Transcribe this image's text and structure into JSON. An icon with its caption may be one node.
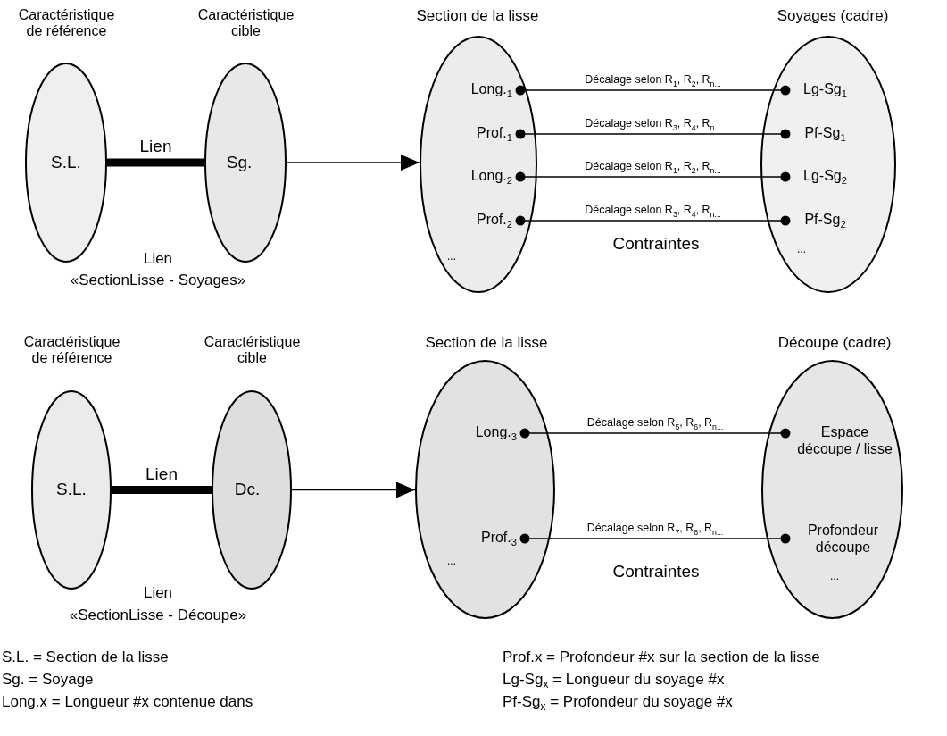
{
  "diagram": {
    "nodes": [
      {
        "text": [
          "Caractéristique de référence",
          "S.L."
        ]
      },
      {
        "text": [
          "Caractéristique cible",
          "Sg."
        ]
      },
      {
        "text": [
          "Section de la lisse",
          "..."
        ]
      },
      {
        "text": [
          "Long.$_{1}$"
        ],
        "in": 2
      },
      {
        "text": [
          "Prof.$_{1}$"
        ],
        "in": 2
      },
      {
        "text": [
          "Long.$_{2}$"
        ],
        "in": 2
      },
      {
        "text": [
          "Prof.$_{2}$"
        ],
        "in": 2
      },
      {
        "text": [
          "Soyages (cadre)",
          "..."
        ]
      },
      {
        "text": [
          "Lg-Sg$_{1}$"
        ],
        "in": 7
      },
      {
        "text": [
          "Pf-Sg$_{1}$"
        ],
        "in": 7
      },
      {
        "text": [
          "Lg-Sg$_{2}$"
        ],
        "in": 7
      },
      {
        "text": [
          "Pf-Sg$_{2}$"
        ],
        "in": 7
      },
      {
        "text": [
          "Caractéristique de référence",
          "S.L."
        ]
      },
      {
        "text": [
          "Caractéristique cible",
          "Dc."
        ]
      },
      {
        "text": [
          "Section de la lisse",
          "..."
        ]
      },
      {
        "text": [
          "Long.$_{3}$"
        ],
        "in": 14
      },
      {
        "text": [
          "Prof.$_{3}$"
        ],
        "in": 14
      },
      {
        "text": [
          "Découpe (cadre)",
          "..."
        ]
      },
      {
        "text": [
          "Espace découpe / lisse"
        ],
        "in": 17
      },
      {
        "text": [
          "Profondeur découpe"
        ],
        "in": 17
      }
    ],
    "edges": [
      {
        "from": 0,
        "to": 1,
        "arrow": "none",
        "label": "Lien",
        "style": "thick"
      },
      {
        "from": 1,
        "to": 2,
        "arrow": "to"
      },
      {
        "from": 3,
        "to": 8,
        "arrow": "other",
        "label": "Décalage selon R$_{1}$, R$_{2}$, R$_{n...}$"
      },
      {
        "from": 4,
        "to": 9,
        "arrow": "other",
        "label": "Décalage selon R$_{3}$, R$_{4}$, R$_{n...}$"
      },
      {
        "from": 5,
        "to": 10,
        "arrow": "other",
        "label": "Décalage selon R$_{1}$, R$_{2}$, R$_{n...}$"
      },
      {
        "from": 6,
        "to": 11,
        "arrow": "other",
        "label": "Décalage selon R$_{3}$, R$_{4}$, R$_{n...}$"
      },
      {
        "from": 12,
        "to": 13,
        "arrow": "none",
        "label": "Lien",
        "style": "thick"
      },
      {
        "from": 13,
        "to": 14,
        "arrow": "to"
      },
      {
        "from": 15,
        "to": 18,
        "arrow": "other",
        "label": "Décalage selon R$_{5}$, R$_{6}$, R$_{n...}$"
      },
      {
        "from": 16,
        "to": 19,
        "arrow": "other",
        "label": "Décalage selon R$_{7}$, R$_{8}$, R$_{n...}$"
      }
    ],
    "labels": [
      "Contraintes",
      "Lien",
      "«SectionLisse - Soyages»",
      "Contraintes",
      "Lien",
      "«SectionLisse - Découpe»",
      "S.L. = Section de la lisse",
      "Sg. = Soyage",
      "Long.x = Longueur #x contenue dans",
      "Prof.x  = Profondeur #x sur la section de la lisse",
      "Lg-Sg$_{x}$ = Longueur du soyage #x",
      "Pf-Sg$_{x}$  = Profondeur du soyage #x"
    ]
  }
}
